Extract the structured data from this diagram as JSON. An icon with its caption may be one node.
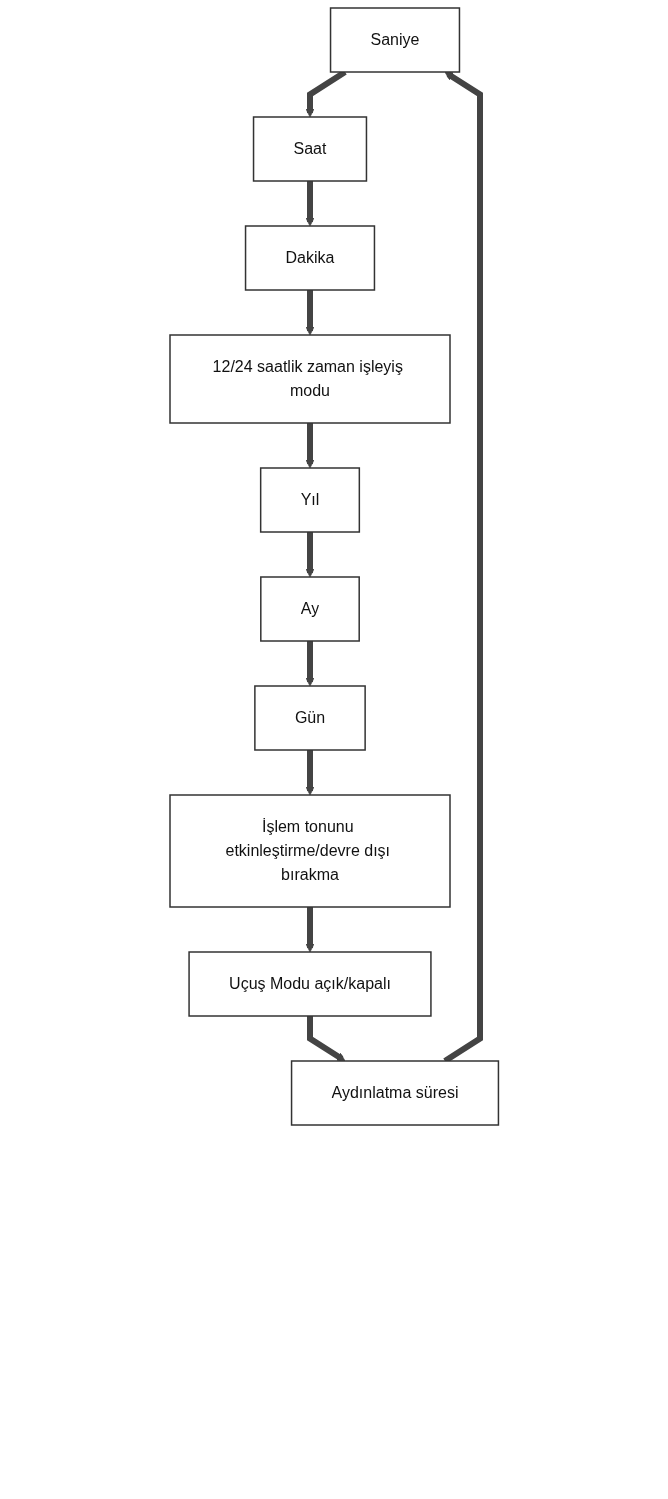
{
  "diagram": {
    "nodes": [
      {
        "text": [
          "Saniye"
        ]
      },
      {
        "text": [
          "Saat"
        ]
      },
      {
        "text": [
          "Dakika"
        ]
      },
      {
        "text": [
          "12/24 saatlik zaman işleyiş modu"
        ]
      },
      {
        "text": [
          "Yıl"
        ]
      },
      {
        "text": [
          "Ay"
        ]
      },
      {
        "text": [
          "Gün"
        ]
      },
      {
        "text": [
          "İşlem tonunu etkinleştirme/devre dışı bırakma"
        ]
      },
      {
        "text": [
          "Uçuş Modu açık/kapalı"
        ]
      },
      {
        "text": [
          "Aydınlatma süresi"
        ]
      }
    ],
    "edges": [
      {
        "from": 0,
        "to": 1,
        "arrow": "to"
      },
      {
        "from": 1,
        "to": 2,
        "arrow": "to"
      },
      {
        "from": 2,
        "to": 3,
        "arrow": "to"
      },
      {
        "from": 3,
        "to": 4,
        "arrow": "to"
      },
      {
        "from": 4,
        "to": 5,
        "arrow": "to"
      },
      {
        "from": 5,
        "to": 6,
        "arrow": "to"
      },
      {
        "from": 6,
        "to": 7,
        "arrow": "to"
      },
      {
        "from": 7,
        "to": 8,
        "arrow": "to"
      },
      {
        "from": 8,
        "to": 9,
        "arrow": "to"
      },
      {
        "from": 9,
        "to": 0,
        "arrow": "to"
      }
    ]
  }
}
